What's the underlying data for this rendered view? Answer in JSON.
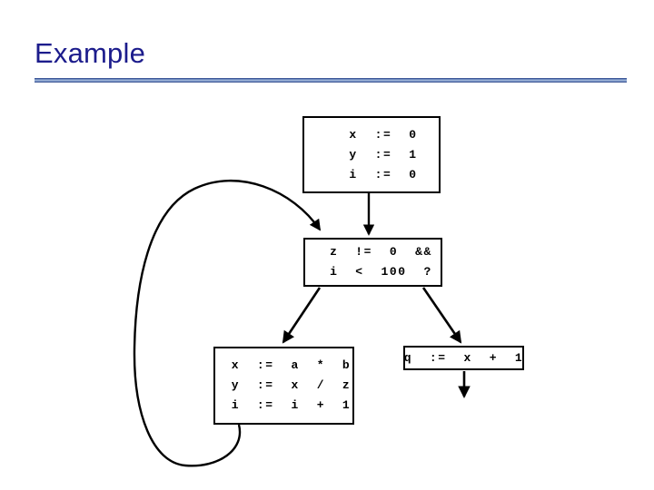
{
  "slide": {
    "title": "Example",
    "background_color": "#ffffff",
    "title_color": "#1c1c8c",
    "rule_colors": [
      "#2b3f80",
      "#a9bedd",
      "#2f4583"
    ]
  },
  "diagram": {
    "type": "control-flow-graph",
    "node_border_color": "#000000",
    "edge_color": "#000000",
    "nodes": [
      {
        "id": "init",
        "name": "initialization-block",
        "lines": [
          "x  :=  0",
          "y  :=  1",
          "i  :=  0"
        ]
      },
      {
        "id": "cond",
        "name": "condition-block",
        "lines": [
          "z  !=  0  &&",
          "i  <  100  ?"
        ]
      },
      {
        "id": "body",
        "name": "loop-body-block",
        "lines": [
          "x  :=  a  *  b",
          "y  :=  x  /  z",
          "i  :=  i  +  1"
        ]
      },
      {
        "id": "exit",
        "name": "exit-block",
        "lines": [
          "q  :=  x  +  1"
        ]
      }
    ],
    "edges": [
      {
        "from": "init",
        "to": "cond",
        "style": "straight-down"
      },
      {
        "from": "cond",
        "to": "body",
        "style": "diagonal-left"
      },
      {
        "from": "cond",
        "to": "exit",
        "style": "diagonal-right"
      },
      {
        "from": "body",
        "to": "cond",
        "style": "curved-loop-back"
      },
      {
        "from": "exit",
        "to": "out",
        "style": "straight-down"
      }
    ]
  }
}
